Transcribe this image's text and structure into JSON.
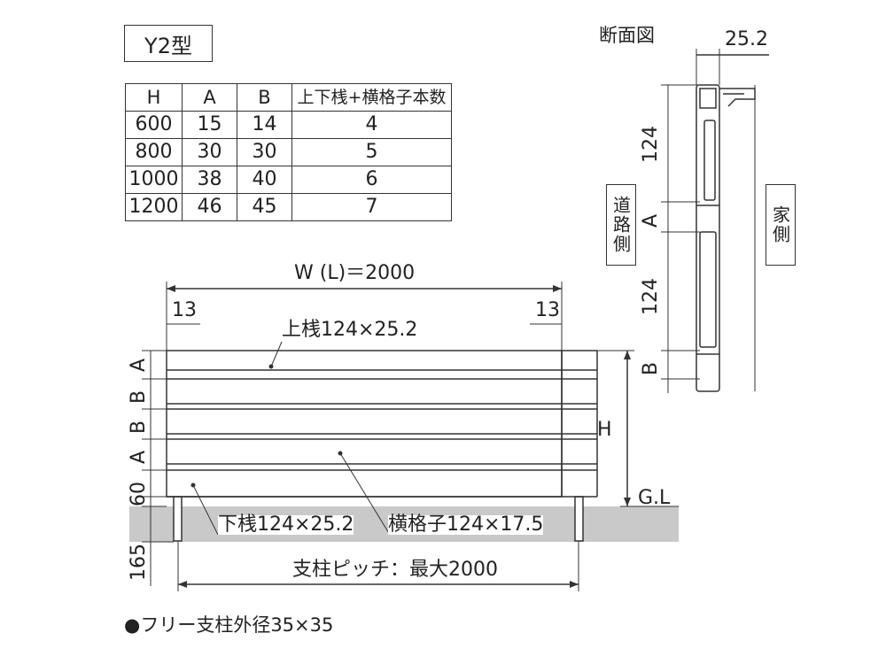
{
  "model": "Y2型",
  "section_title": "断面図",
  "table": {
    "headers": [
      "H",
      "A",
      "B",
      "上下桟+横格子本数"
    ],
    "rows": [
      [
        "600",
        "15",
        "14",
        "4"
      ],
      [
        "800",
        "30",
        "30",
        "5"
      ],
      [
        "1000",
        "38",
        "40",
        "6"
      ],
      [
        "1200",
        "46",
        "45",
        "7"
      ]
    ]
  },
  "front": {
    "width_label": "W (L)＝2000",
    "margin_left": "13",
    "margin_right": "13",
    "top_rail": "上桟124×25.2",
    "bottom_rail": "下桟124×25.2",
    "slat": "横格子124×17.5",
    "height_label": "H",
    "ground_label": "G.L",
    "pitch_label": "支柱ピッチ：最大2000",
    "dim_165": "165",
    "dim_60": "60",
    "left_dims": [
      "A",
      "B",
      "B",
      "A"
    ]
  },
  "section": {
    "depth_label": "25.2",
    "dims": [
      "124",
      "A",
      "124",
      "B"
    ],
    "road_side": "道路側",
    "house_side": "家側"
  },
  "footnote": "●フリー支柱外径35×35"
}
